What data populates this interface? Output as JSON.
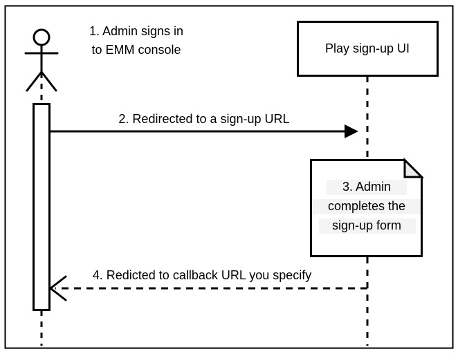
{
  "diagram": {
    "type": "uml-sequence-diagram",
    "title_absent": true,
    "border_color": "#000000",
    "background_color": "#ffffff",
    "line_color": "#000000",
    "note_fold_fill": "#ededed",
    "text_highlight": "#f4f4f4",
    "actor": {
      "name": "actor-stick-figure",
      "label_line1": "1. Admin signs in",
      "label_line2": "to EMM console"
    },
    "participant": {
      "name": "play-sign-up-ui",
      "label": "Play sign-up UI"
    },
    "messages": [
      {
        "id": "message-2",
        "label": "2. Redirected to a sign-up URL",
        "style": "solid",
        "arrow": "filled",
        "direction": "right"
      },
      {
        "id": "message-4",
        "label": "4. Redicted to callback URL you specify",
        "style": "dashed",
        "arrow": "open",
        "direction": "left"
      }
    ],
    "note": {
      "id": "note-3",
      "line1": "3. Admin",
      "line2": "completes the",
      "line3": "sign-up form"
    }
  }
}
